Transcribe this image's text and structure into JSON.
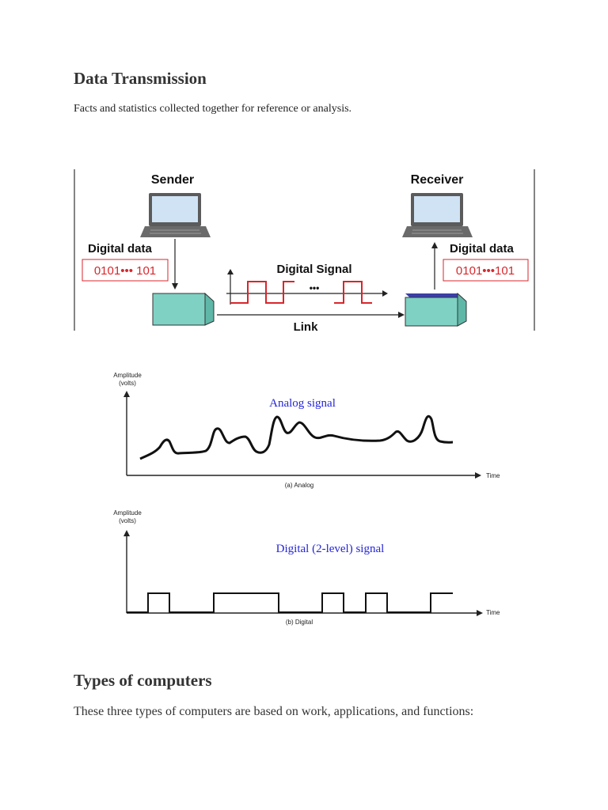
{
  "section1": {
    "title": "Data Transmission",
    "text": "Facts and statistics collected together for reference or analysis."
  },
  "diagram1": {
    "sender_label": "Sender",
    "receiver_label": "Receiver",
    "digital_data_left": "Digital data",
    "digital_data_right": "Digital data",
    "data_left": "0101••• 101",
    "data_right": "0101•••101",
    "signal_label": "Digital Signal",
    "signal_dots": "•••",
    "link_label": "Link",
    "colors": {
      "data_red": "#d9262b",
      "modem_front": "#7fd1c3",
      "modem_top": "#3b3fa8"
    }
  },
  "diagram2": {
    "analog_ylabel_1": "Amplitude",
    "analog_ylabel_2": "(volts)",
    "analog_title": "Analog signal",
    "analog_xlabel": "Time",
    "analog_caption": "(a) Analog",
    "digital_ylabel_1": "Amplitude",
    "digital_ylabel_2": "(volts)",
    "digital_title": "Digital (2-level) signal",
    "digital_xlabel": "Time",
    "digital_caption": "(b) Digital",
    "colors": {
      "title_blue": "#2424d8"
    }
  },
  "section2": {
    "title": "Types of computers",
    "text": "These three types of computers are based on work, applications, and functions:"
  }
}
